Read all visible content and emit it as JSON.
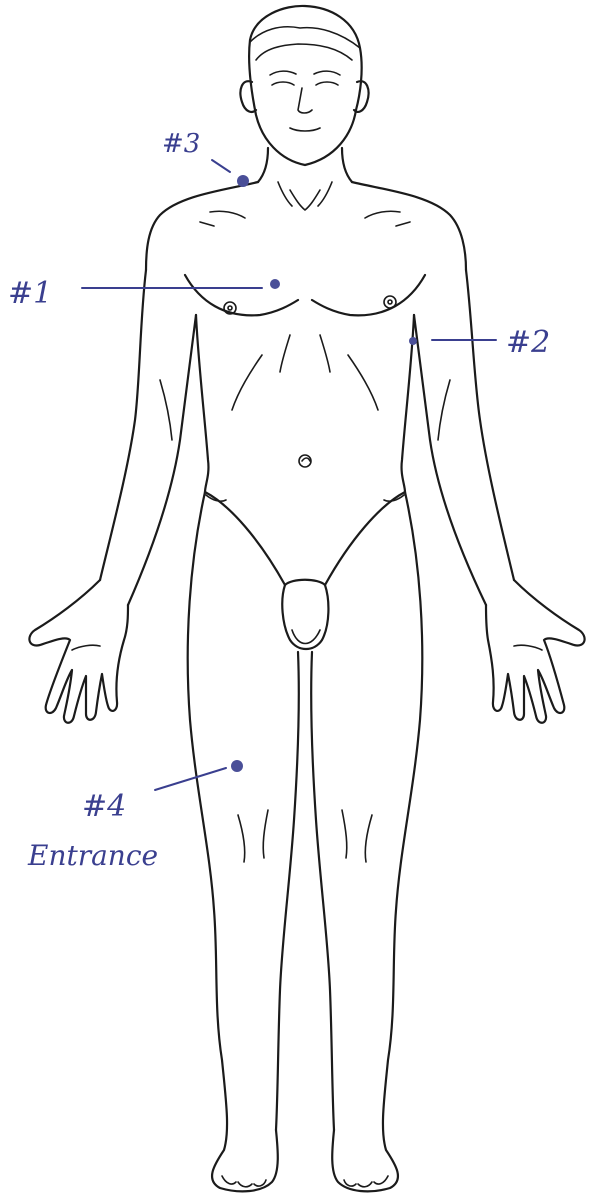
{
  "figure": {
    "colors": {
      "ink": "#1b1b1b",
      "pen": "#3a3f8f",
      "marker": "#4a4f98",
      "background": "#ffffff"
    }
  },
  "markers": [
    {
      "id": "1",
      "label": "#1",
      "location": "left-chest"
    },
    {
      "id": "2",
      "label": "#2",
      "location": "right-lateral-chest"
    },
    {
      "id": "3",
      "label": "#3",
      "location": "left-shoulder-neck"
    },
    {
      "id": "4",
      "label": "#4",
      "sublabel": "Entrance",
      "location": "left-thigh"
    }
  ]
}
